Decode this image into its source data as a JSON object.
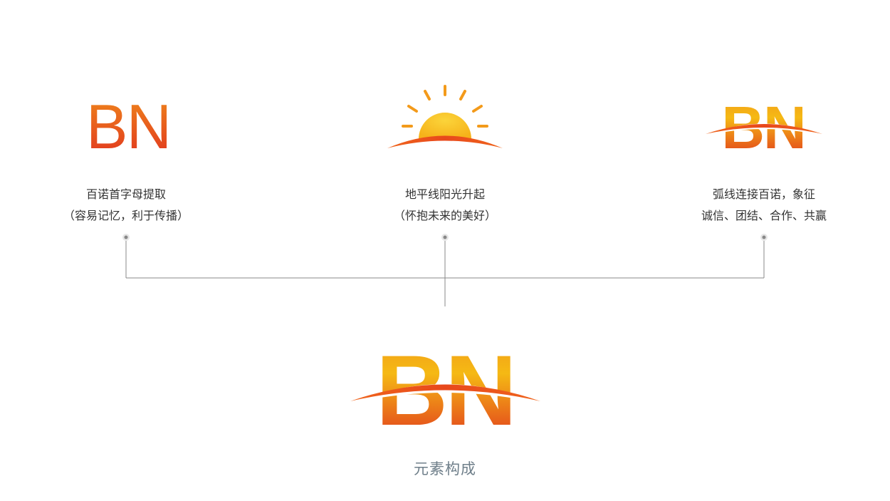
{
  "elements": [
    {
      "id": "letters",
      "logo_text": "BN",
      "caption_line1": "百诺首字母提取",
      "caption_line2": "（容易记忆，利于传播）"
    },
    {
      "id": "sun",
      "icon": "sunrise-icon",
      "caption_line1": "地平线阳光升起",
      "caption_line2": "（怀抱未来的美好）"
    },
    {
      "id": "arc",
      "logo_text": "BN",
      "caption_line1": "弧线连接百诺，象征",
      "caption_line2": "诚信、团结、合作、共赢"
    }
  ],
  "final_logo": {
    "logo_text": "BN"
  },
  "bottom_title": "元素构成",
  "colors": {
    "orange": "#f08a1c",
    "red": "#e0321e",
    "yellow": "#f5b914",
    "sun": "#f7c52a",
    "connector": "#888888",
    "caption": "#333333",
    "title": "#6f7f8a"
  }
}
